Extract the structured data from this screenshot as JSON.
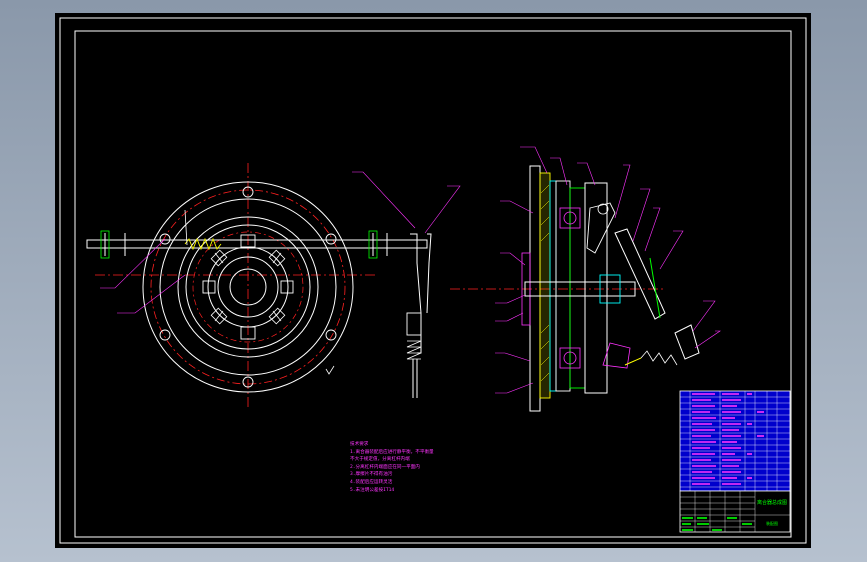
{
  "drawing": {
    "technical_notes": [
      "技术要求",
      "1.离合器装配后应进行静平衡，不平衡量",
      "  不大于规定值，分离杠杆内端",
      "2.分离杠杆内端面应在同一平面内",
      "3.摩擦片不得有油污",
      "4.装配后应运转灵活",
      "5.未注明公差按IT14"
    ],
    "title_block": {
      "drawing_name": "离合器总成图",
      "sub_caption": "装配图"
    }
  },
  "colors": {
    "background": "#000000",
    "frame": "#ffffff",
    "centerline": "#ff2020",
    "annotation": "#ff33ff",
    "section": "#ffff00",
    "part": "#00ffff",
    "bolt": "#00ff00",
    "titleblock": "#0000cc"
  }
}
